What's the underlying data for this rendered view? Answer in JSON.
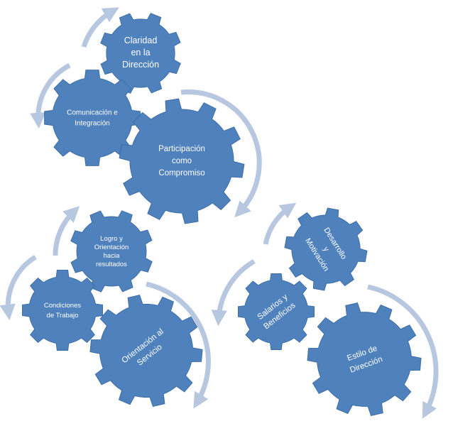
{
  "colors": {
    "gear": "#4f81bd",
    "gear_edge": "#3d6ea8",
    "arrow": "#b8c7e0",
    "text": "#ffffff"
  },
  "gears": [
    {
      "id": "claridad",
      "lines": [
        "Claridad",
        "en la",
        "Dirección"
      ]
    },
    {
      "id": "comunicacion",
      "lines": [
        "Comunicación e",
        "Integración"
      ]
    },
    {
      "id": "participacion",
      "lines": [
        "Participación",
        "como",
        "Compromiso"
      ]
    },
    {
      "id": "logro",
      "lines": [
        "Logro y",
        "Orientación",
        "hacia",
        "resultados"
      ]
    },
    {
      "id": "condiciones",
      "lines": [
        "Condiciones",
        "de Trabajo"
      ]
    },
    {
      "id": "orientacion",
      "lines": [
        "Orientación al",
        "Servicio"
      ]
    },
    {
      "id": "desarrollo",
      "lines": [
        "Desarrollo",
        "y",
        "Motivación"
      ]
    },
    {
      "id": "salarios",
      "lines": [
        "Salarios y",
        "Beneficios"
      ]
    },
    {
      "id": "estilo",
      "lines": [
        "Estilo de",
        "Dirección"
      ]
    }
  ]
}
